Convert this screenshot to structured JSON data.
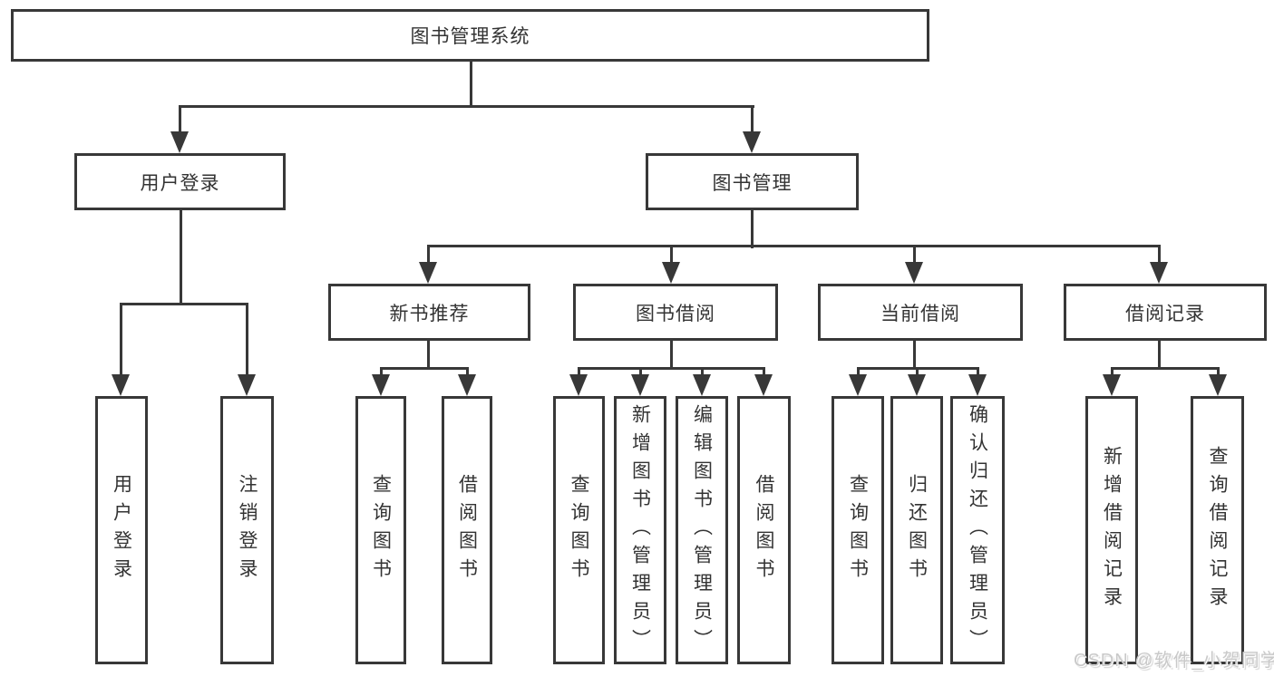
{
  "diagram": {
    "title": "图书管理系统",
    "colors": {
      "line": "#383838",
      "text": "#333333",
      "background": "#ffffff",
      "watermark": "#c9c9c9"
    },
    "root": {
      "label": "图书管理系统"
    },
    "level2": [
      {
        "label": "用户登录"
      },
      {
        "label": "图书管理"
      }
    ],
    "level3": [
      {
        "label": "新书推荐"
      },
      {
        "label": "图书借阅"
      },
      {
        "label": "当前借阅"
      },
      {
        "label": "借阅记录"
      }
    ],
    "leaves": {
      "user_login": [
        {
          "label": "用户登录"
        },
        {
          "label": "注销登录"
        }
      ],
      "new_book": [
        {
          "label": "查询图书"
        },
        {
          "label": "借阅图书"
        }
      ],
      "book_borrow": [
        {
          "label": "查询图书"
        },
        {
          "label": "新增图书（管理员）"
        },
        {
          "label": "编辑图书（管理员）"
        },
        {
          "label": "借阅图书"
        }
      ],
      "current_borrow": [
        {
          "label": "查询图书"
        },
        {
          "label": "归还图书"
        },
        {
          "label": "确认归还（管理员）"
        }
      ],
      "borrow_records": [
        {
          "label": "新增借阅记录"
        },
        {
          "label": "查询借阅记录"
        }
      ]
    }
  },
  "watermark": {
    "text": "CSDN @软件_小贺同学"
  }
}
